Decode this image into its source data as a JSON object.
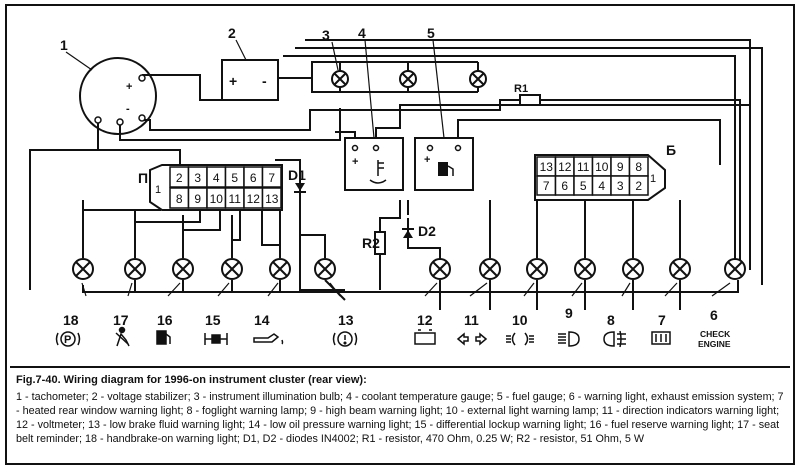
{
  "components": {
    "numbers": [
      "1",
      "2",
      "3",
      "4",
      "5",
      "6",
      "7",
      "8",
      "9",
      "10",
      "11",
      "12",
      "13",
      "14",
      "15",
      "16",
      "17",
      "18"
    ],
    "r1": "R1",
    "r2": "R2",
    "d1": "D1",
    "d2": "D2",
    "stabilizer_plus": "+",
    "stabilizer_minus": "-",
    "tacho_plus": "+",
    "tacho_minus": "-",
    "gauge_plus": "+",
    "connector_left_label": "П",
    "connector_left_key": "1",
    "connector_right_label": "Б",
    "connector_right_key": "1",
    "check_engine_line1": "CHECK",
    "check_engine_line2": "ENGINE"
  },
  "connector_left_pins": {
    "top": [
      "2",
      "3",
      "4",
      "5",
      "6",
      "7"
    ],
    "bottom": [
      "8",
      "9",
      "10",
      "11",
      "12",
      "13"
    ]
  },
  "connector_right_pins": {
    "top": [
      "13",
      "12",
      "11",
      "10",
      "9",
      "8"
    ],
    "bottom": [
      "7",
      "6",
      "5",
      "4",
      "3",
      "2"
    ]
  },
  "caption": {
    "title": "Fig.7-40. Wiring diagram for 1996-on instrument cluster (rear view):",
    "text": "1 - tachometer; 2 - voltage stabilizer; 3 - instrument illumination bulb; 4 - coolant temperature gauge; 5 - fuel gauge; 6 - warning light, exhaust emission system; 7 - heated rear window warning light; 8 - foglight warning lamp; 9 - high beam warning light; 10 - external light warning lamp; 11 - direction indicators warning light; 12 - voltmeter; 13 - low brake fluid warning light; 14 - low oil pressure warning light; 15 - differential lockup warning light; 16 - fuel reserve warning light; 17 - seat belt reminder; 18 - handbrake-on warning light; D1, D2 - diodes IN4002; R1 - resistor, 470 Ohm, 0.25 W; R2 - resistor, 51 Ohm, 5 W"
  }
}
